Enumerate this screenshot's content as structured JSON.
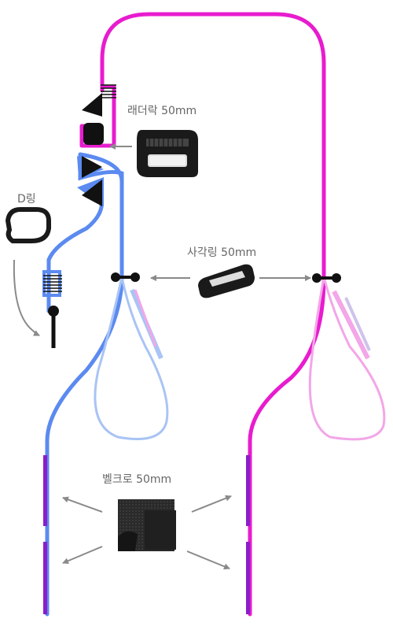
{
  "labels": {
    "ladder_lock": "래더락 50mm",
    "d_ring": "D링",
    "square_ring": "사각링 50mm",
    "velcro": "벨크로 50mm"
  },
  "colors": {
    "strap_left": "#5b8af0",
    "strap_right": "#e81ccf",
    "strap_left_light": "#a9c4f5",
    "strap_right_light": "#f3a6e8",
    "velcro": "#8a1ec9",
    "hardware": "#111111",
    "arrow": "#8a8a8a",
    "label": "#666666"
  },
  "icons": {
    "ladder_lock": "ladder-lock-buckle-icon",
    "d_ring": "d-ring-icon",
    "square_ring": "square-ring-icon",
    "velcro": "velcro-patch-icon"
  }
}
